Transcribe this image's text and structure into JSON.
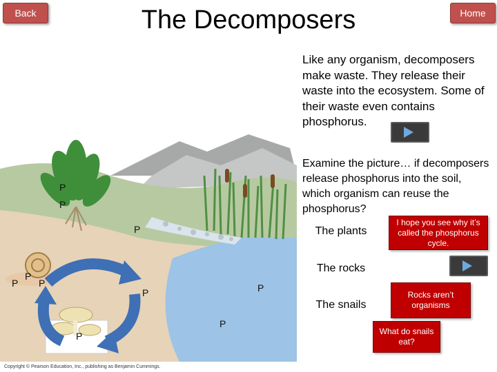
{
  "nav": {
    "back_label": "Back",
    "home_label": "Home"
  },
  "title": "The Decomposers",
  "intro_paragraph": "Like any organism, decomposers make waste. They release their waste into the ecosystem. Some of their waste even contains phosphorus.",
  "question": "Examine the picture… if decomposers release phosphorus into the soil, which organism can reuse the phosphorus?",
  "choices": [
    {
      "label": "The plants",
      "feedback": "I hope you see why it’s called the phosphorus cycle."
    },
    {
      "label": "The rocks",
      "feedback": "Rocks aren’t organisms"
    },
    {
      "label": "The snails",
      "feedback": "What do snails eat?"
    }
  ],
  "diagram_labels": {
    "phosphorus": "P"
  },
  "copyright": "Copyright © Pearson Education, Inc., publishing as Benjamin Cummings.",
  "colors": {
    "nav_button": "#c0504d",
    "feedback_box": "#c00000",
    "arrow_blue": "#3f6fb5",
    "water": "#9dc3e6"
  }
}
